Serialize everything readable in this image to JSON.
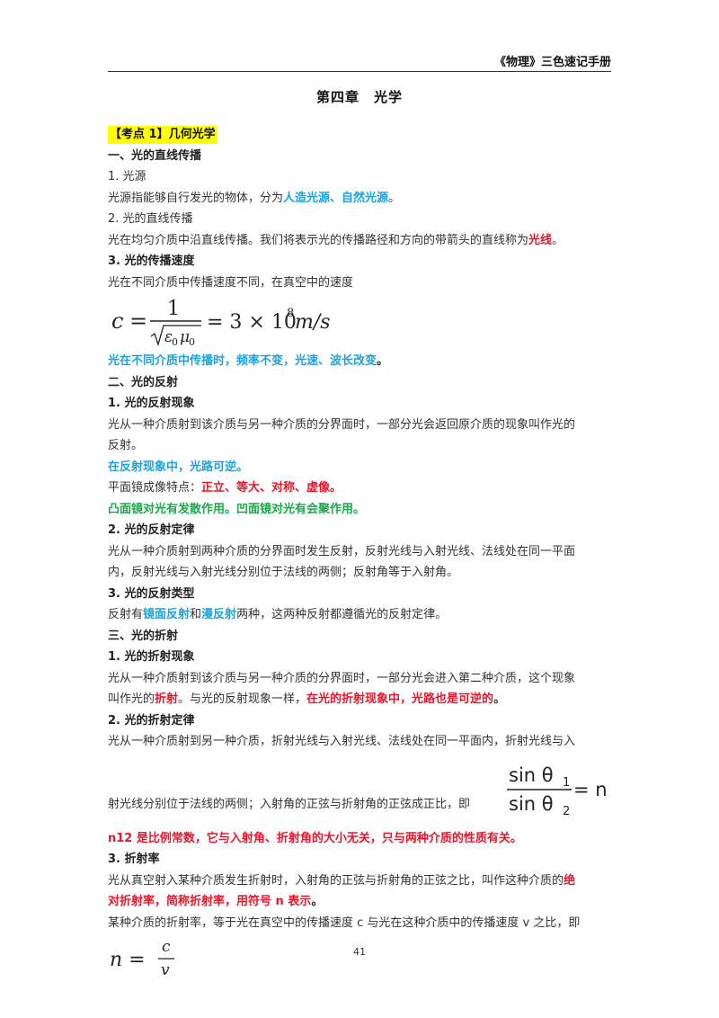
{
  "header": {
    "book_title": "《物理》三色速记手册"
  },
  "chapter": {
    "title": "第四章　光学"
  },
  "kaodian": {
    "label": "【考点 1】几何光学"
  },
  "sec1": {
    "heading": "一、光的直线传播",
    "s1_title": "1. 光源",
    "s1_text_a": "光源指能够自行发光的物体，分为",
    "s1_text_b": "人造光源、自然光源",
    "s1_text_c": "。",
    "s2_title": "2. 光的直线传播",
    "s2_text_a": "光在均匀介质中沿直线传播。我们将表示光的传播路径和方向的带箭头的直线称为",
    "s2_text_b": "光线",
    "s2_text_c": "。",
    "s3_title": "3. 光的传播速度",
    "s3_text": "光在不同介质中传播速度不同，在真空中的速度",
    "formula": {
      "lhs": "c",
      "eq": "=",
      "num": "1",
      "den_a": "ε",
      "sub0": "0",
      "den_b": "μ",
      "rhs": "= 3 × 10",
      "exp": "8",
      "unit": "m/s"
    },
    "note": "光在不同介质中传播时，频率不变，光速、波长改变",
    "note_end": "。"
  },
  "sec2": {
    "heading": "二、光的反射",
    "s1_title": "1. 光的反射现象",
    "s1_text_1": "光从一种介质射到该介质与另一种介质的分界面时，一部分光会返回原介质的现象叫作光的",
    "s1_text_2": "反射。",
    "s1_blue": "在反射现象中，光路可逆。",
    "plane_a": "平面镜成像特点：",
    "plane_b": "正立、等大、对称、虚像。",
    "green": "凸面镜对光有发散作用。凹面镜对光有会聚作用。",
    "s2_title": "2. 光的反射定律",
    "s2_text_1": "光从一种介质射到两种介质的分界面时发生反射，反射光线与入射光线、法线处在同一平面",
    "s2_text_2": "内，反射光线与入射光线分别位于法线的两侧；反射角等于入射角。",
    "s3_title": "3. 光的反射类型",
    "s3_a": "反射有",
    "s3_b": "镜面反射",
    "s3_c": "和",
    "s3_d": "漫反射",
    "s3_e": "两种，这两种反射都遵循光的反射定律。"
  },
  "sec3": {
    "heading": "三、光的折射",
    "s1_title": "1. 光的折射现象",
    "s1_text_1": "光从一种介质射到该介质与另一种介质的分界面时，一部分光会进入第二种介质，这个现象",
    "s1_a": "叫作光的",
    "s1_b": "折射",
    "s1_c": "。与光的反射现象一样，",
    "s1_d": "在光的折射现象中，光路也是可逆的",
    "s1_e": "。",
    "s2_title": "2. 光的折射定律",
    "s2_text_1": "光从一种介质射到另一种介质，折射光线与入射光线、法线处在同一平面内，折射光线与入",
    "s2_text_2": "射光线分别位于法线的两侧；入射角的正弦与折射角的正弦成正比，即",
    "snell": {
      "num": "sin θ",
      "sub1": "1",
      "den": "sin θ",
      "sub2": "2",
      "rhs": "= n"
    },
    "red_note": "n12 是比例常数，它与入射角、折射角的大小无关，只与两种介质的性质有关。",
    "s3_title": "3. 折射率",
    "s3_text_1": "光从真空射入某种介质发生折射时，入射角的正弦与折射角的正弦之比，叫作这种介质的",
    "s3_red_1": "绝",
    "s3_red_2": "对折射率，简称折射率，用符号 n 表示",
    "s3_end": "。",
    "s3_text_2": "某种介质的折射率，等于光在真空中的传播速度 c 与光在这种介质中的传播速度 v 之比，即",
    "formula_n": {
      "lhs": "n =",
      "num": "c",
      "den": "v"
    }
  },
  "footer": {
    "page_number": "41"
  }
}
